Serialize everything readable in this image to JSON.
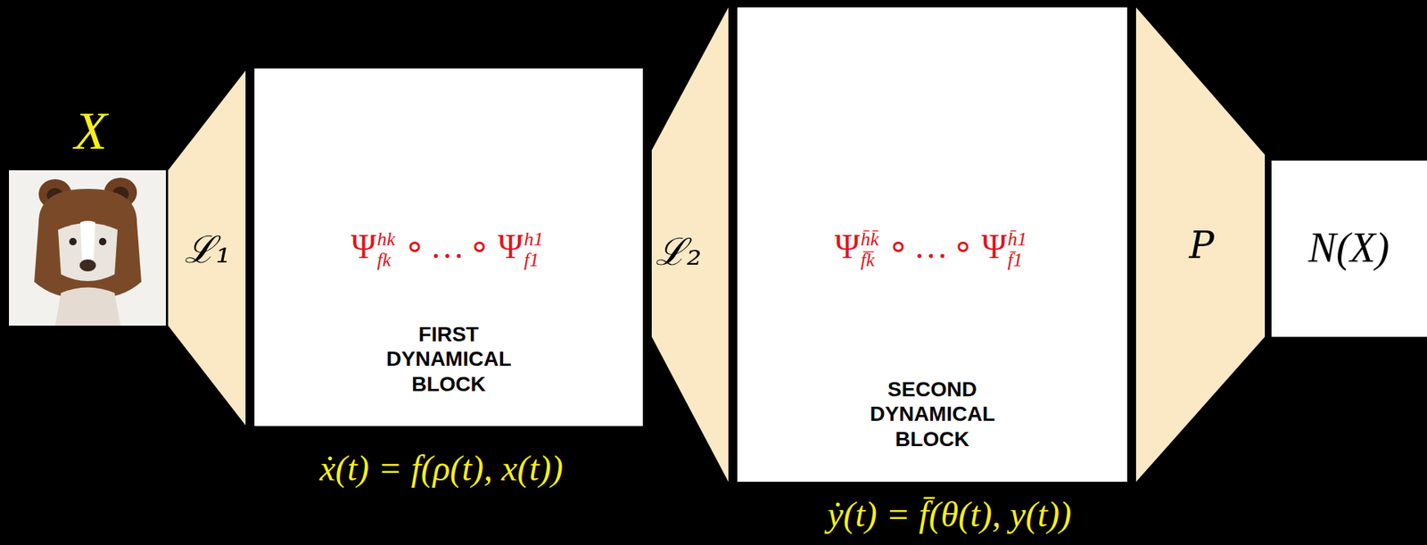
{
  "diagram": {
    "nodes": [
      {
        "text": [
          "ℒ₁"
        ]
      },
      {
        "text": [
          "Ψfkhk∘…∘Ψf1h1",
          "FIRST DYNAMICAL BLOCK"
        ]
      },
      {
        "text": [
          "ℒ₂"
        ]
      },
      {
        "text": [
          "Ψf̄k̄h̄k̄∘…∘Ψf̄1h̄1",
          "SECOND DYNAMICAL BLOCK"
        ]
      },
      {
        "text": [
          "P"
        ]
      },
      {
        "text": [
          "N(X)"
        ]
      }
    ],
    "labels": [
      "X",
      "ẋ(t) = f(ρ(t), x(t))",
      "ẏ(t) = f̄(θ(t), y(t))"
    ]
  }
}
